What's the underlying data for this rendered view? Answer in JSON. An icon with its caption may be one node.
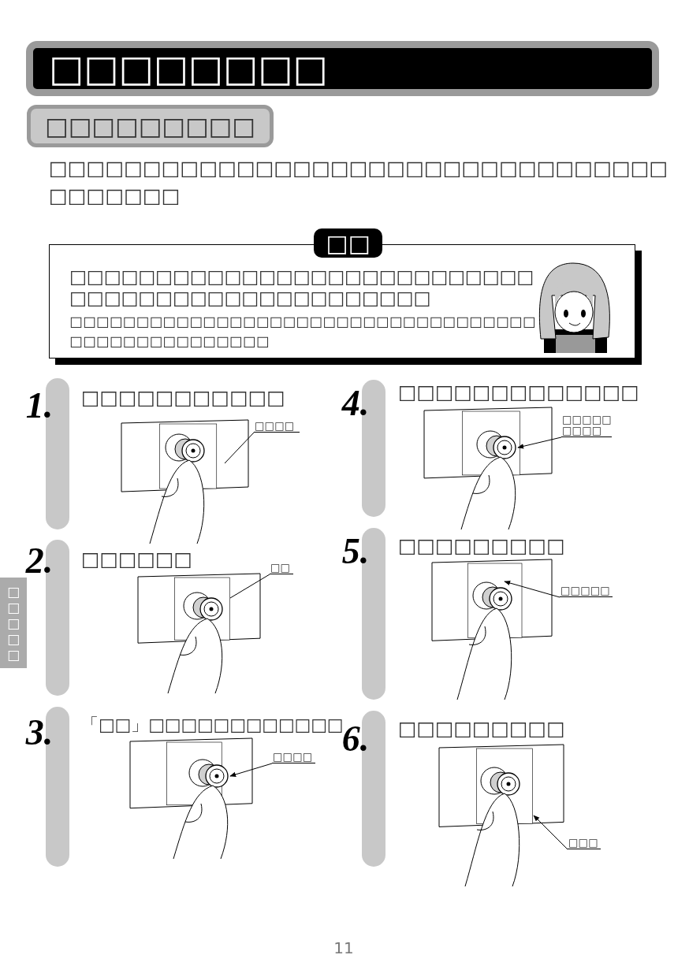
{
  "diagram": {
    "nodes": [
      {
        "text": [
          "□□□□□□□□"
        ]
      },
      {
        "text": [
          "□□□□□□□□□"
        ]
      },
      {
        "text": [
          "□□",
          "□□□□□□□□□□□□□□□□□□□□□□□□□□□□□□□□□□□□□□□□□□□□□□□□",
          "□□□□□□□□□□□□□□□□□□□□□□□□□□□□□□□□□□□□□□□□□□□□□□□□□□"
        ]
      },
      {
        "text": [],
        "shape": "bar"
      },
      {
        "text": [
          "1.",
          "□□□□□□□□□□□"
        ]
      },
      {
        "text": [],
        "shape": "picture"
      },
      {
        "text": [
          "□□□□"
        ]
      },
      {
        "text": [],
        "shape": "bar"
      },
      {
        "text": [
          "2.",
          "□□□□□□"
        ]
      },
      {
        "text": [],
        "shape": "picture"
      },
      {
        "text": [
          "□□"
        ]
      },
      {
        "text": [],
        "shape": "bar"
      },
      {
        "text": [
          "3.",
          "「□□」□□□□□□□□□□□□"
        ]
      },
      {
        "text": [],
        "shape": "picture"
      },
      {
        "text": [
          "□□□□"
        ]
      },
      {
        "text": [],
        "shape": "bar"
      },
      {
        "text": [
          "4.",
          "□□□□□□□□□□□□□"
        ]
      },
      {
        "text": [],
        "shape": "picture"
      },
      {
        "text": [
          "□□□□□□□□□"
        ]
      },
      {
        "text": [],
        "shape": "bar"
      },
      {
        "text": [
          "5.",
          "□□□□□□□□□"
        ]
      },
      {
        "text": [],
        "shape": "picture"
      },
      {
        "text": [
          "□□□□□"
        ]
      },
      {
        "text": [],
        "shape": "bar"
      },
      {
        "text": [
          "6.",
          "□□□□□□□□□"
        ]
      },
      {
        "text": [],
        "shape": "picture"
      },
      {
        "text": [
          "□□□"
        ]
      },
      {
        "text": [
          "□□□□□"
        ]
      }
    ],
    "edges": [
      {
        "from": 6,
        "to": 5,
        "arrow": "none"
      },
      {
        "from": 10,
        "to": 9,
        "arrow": "none"
      },
      {
        "from": 14,
        "to": 13,
        "arrow": "to"
      },
      {
        "from": 18,
        "to": 17,
        "arrow": "to"
      },
      {
        "from": 22,
        "to": 21,
        "arrow": "to"
      },
      {
        "from": 26,
        "to": 25,
        "arrow": "to"
      }
    ],
    "labels": [
      "□□□□□□□□□□□□□□□□□□□□□□□□□□□□□□□□□□□□□□□□",
      "11"
    ]
  }
}
